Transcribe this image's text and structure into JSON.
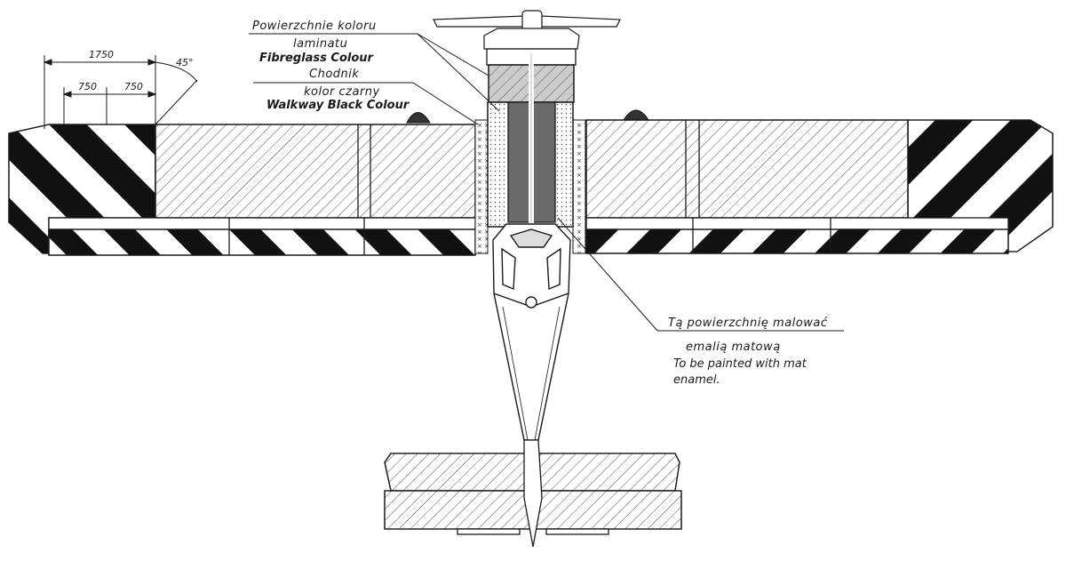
{
  "dimensions": {
    "total": "1750",
    "part_a": "750",
    "part_b": "750",
    "angle": "45°"
  },
  "callouts": {
    "laminate": {
      "pl_line1": "Powierzchnie koloru",
      "pl_line2": "laminatu",
      "en": "Fibreglass Colour"
    },
    "walkway": {
      "pl_line1": "Chodnik",
      "pl_line2": "kolor czarny",
      "en": "Walkway Black Colour"
    },
    "matte": {
      "pl_line1": "Tą powierzchnię malować",
      "pl_line2": "emalią matową",
      "en_line1": "To be painted with mat",
      "en_line2": "enamel."
    }
  },
  "colors": {
    "ink": "#1a1a1a",
    "paper": "#ffffff",
    "hatch": "#555555",
    "grey": "#8a8a8a"
  }
}
